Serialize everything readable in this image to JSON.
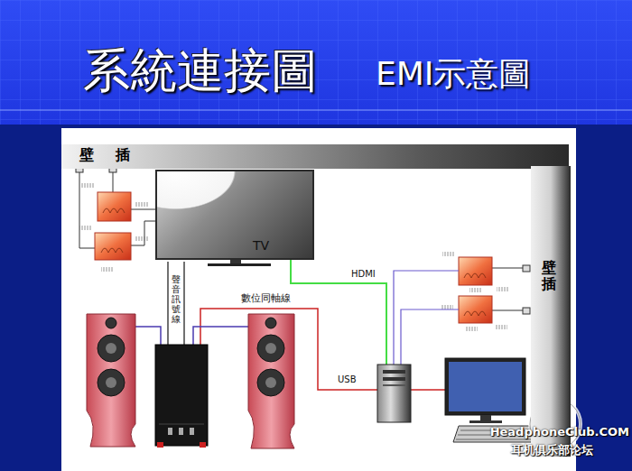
{
  "diagram": {
    "title": "系統連接圖",
    "nodes": [
      {
        "text": [
          "壁 插"
        ]
      },
      {
        "text": [
          "壁 插"
        ]
      },
      {
        "text": [
          "TV"
        ]
      }
    ],
    "labels": [
      "EMI示意圖",
      "聲音訊號線",
      "數位同軸線",
      "HDMI",
      "USB",
      "HeadphoneClub.COM",
      "耳机俱乐部论坛"
    ]
  }
}
